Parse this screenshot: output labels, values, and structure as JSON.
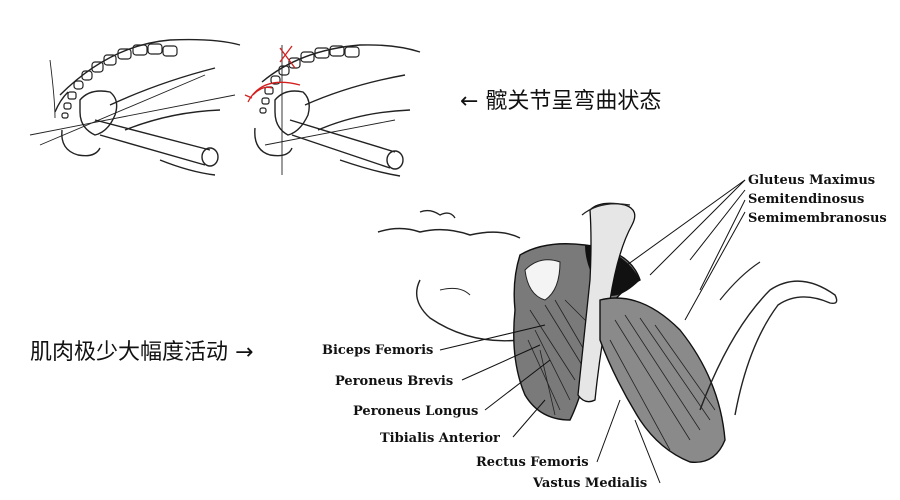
{
  "captions": {
    "hip_flexion": "← 髋关节呈弯曲状态",
    "muscle_motion": "肌肉极少大幅度活动 →"
  },
  "muscle_labels": {
    "gluteus_maximus": "Gluteus Maximus",
    "semitendinosus": "Semitendinosus",
    "semimembranosus": "Semimembranosus",
    "biceps_femoris": "Biceps Femoris",
    "peroneus_brevis": "Peroneus Brevis",
    "peroneus_longus": "Peroneus Longus",
    "tibialis_anterior": "Tibialis Anterior",
    "rectus_femoris": "Rectus Femoris",
    "vastus_medialis": "Vastus Medialis"
  },
  "colors": {
    "ink": "#111111",
    "highlight": "#d42020",
    "background": "#ffffff"
  }
}
